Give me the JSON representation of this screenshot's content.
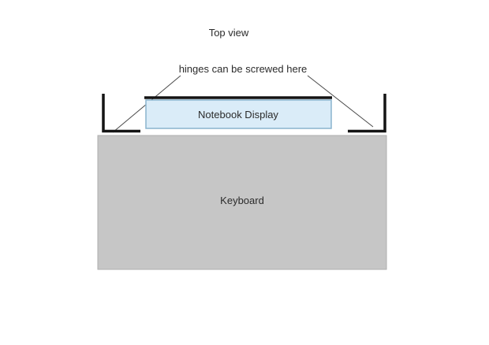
{
  "diagram": {
    "title": "Top view",
    "annotation": "hinges can be screwed here",
    "display": {
      "label": "Notebook Display"
    },
    "keyboard": {
      "label": "Keyboard"
    },
    "colors": {
      "background": "#ffffff",
      "display_fill": "#daecf8",
      "display_border": "#8ab4cd",
      "keyboard_fill": "#c6c6c6",
      "keyboard_border": "#aeaeae",
      "hinge_color": "#141414",
      "leader_line_color": "#4a4a4a",
      "text_color": "#2b2b2b"
    }
  }
}
